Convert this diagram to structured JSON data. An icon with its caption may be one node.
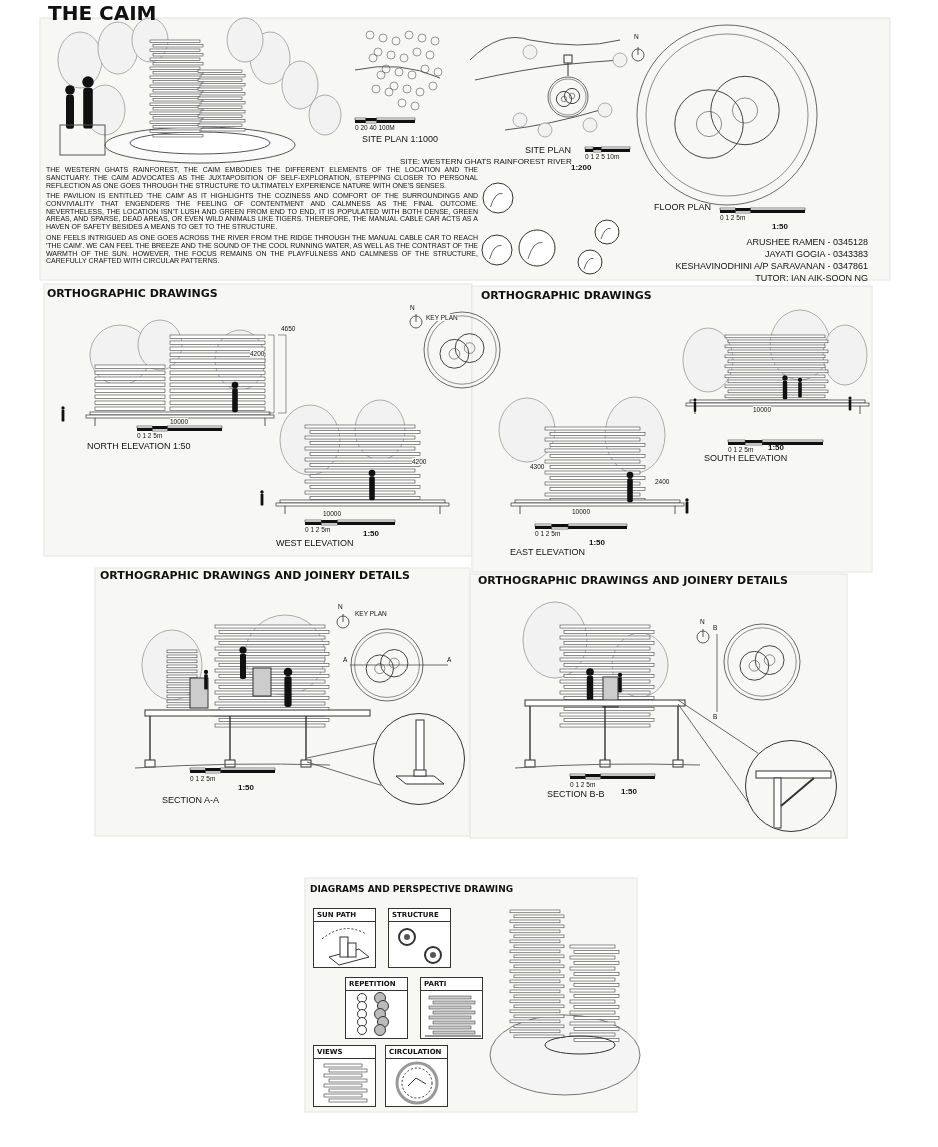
{
  "diagram": {
    "title": "THE CAIM",
    "nodes": [
      {
        "text": [
          "SUN PATH"
        ]
      },
      {
        "text": [
          "STRUCTURE"
        ]
      },
      {
        "text": [
          "REPETITION"
        ]
      },
      {
        "text": [
          "PARTI"
        ]
      },
      {
        "text": [
          "VIEWS"
        ]
      },
      {
        "text": [
          "CIRCULATION"
        ]
      },
      {
        "text": [],
        "shape": "circle"
      },
      {
        "text": [],
        "shape": "circle"
      }
    ],
    "edges": [
      {
        "from": null,
        "to": 6,
        "arrow": "none"
      },
      {
        "from": null,
        "to": 6,
        "arrow": "none"
      },
      {
        "from": null,
        "to": 7,
        "arrow": "none"
      },
      {
        "from": null,
        "to": 7,
        "arrow": "none"
      }
    ],
    "labels": [
      "THE WESTERN GHATS RAINFOREST, THE CAIM EMBODIES THE DIFFERENT ELEMENTS OF THE LOCATION AND THE SANCTUARY. THE CAIM ADVOCATES AS THE JUXTAPOSITION OF SELF-EXPLORATION, STEPPING CLOSER TO PERSONAL REFLECTION AS ONE GOES THROUGH THE STRUCTURE TO ULTIMATELY EXPERIENCE NATURE WITH ONE'S SENSES.",
      "THE PAVILION IS ENTITLED 'THE CAIM' AS IT HIGHLIGHTS THE COZINESS AND COMFORT OF THE SURROUNDINGS AND CONVIVIALITY THAT ENGENDERS THE FEELING OF CONTENTMENT AND CALMNESS AS THE FINAL OUTCOME. NEVERTHELESS, THE LOCATION ISN'T LUSH AND GREEN FROM END TO END, IT IS POPULATED WITH BOTH DENSE, GREEN AREAS, AND SPARSE, DEAD AREAS, OR EVEN WILD ANIMALS LIKE TIGERS. THEREFORE, THE MANUAL CABLE CAR ACTS AS A HAVEN OF SAFETY BESIDES A MEANS TO GET TO THE STRUCTURE.",
      "ONE FEELS INTRIGUED AS ONE GOES ACROSS THE RIVER FROM THE RIDGE THROUGH THE MANUAL CABLE CAR TO REACH 'THE CAIM'. WE CAN FEEL THE BREEZE AND THE SOUND OF THE COOL RUNNING WATER, AS WELL AS THE CONTRAST OF THE WARMTH OF THE SUN. HOWEVER, THE FOCUS REMAINS ON THE PLAYFULNESS AND CALMNESS OF THE STRUCTURE, CAREFULLY CRAFTED WITH CIRCULAR PATTERNS.",
      "0 20 40 100M",
      "SITE PLAN 1:1000",
      "SITE: WESTERN GHATS RAINFOREST RIVER",
      "N",
      "SITE PLAN",
      "0 1 2 5 10m",
      "1:200",
      "FLOOR PLAN",
      "0 1 2 5m",
      "1:50",
      "ARUSHEE RAMEN - 0345128",
      "JAYATI GOGIA - 0343383",
      "KESHAVINODHINI A/P SARAVANAN - 0347861",
      "TUTOR: IAN AIK-SOON NG",
      "ORTHOGRAPHIC DRAWINGS",
      "4200",
      "4650",
      "10000",
      "0 1 2 5m",
      "NORTH ELEVATION 1:50",
      "N",
      "KEY PLAN",
      "4200",
      "10000",
      "0 1 2 5m",
      "1:50",
      "WEST ELEVATION",
      "ORTHOGRAPHIC DRAWINGS",
      "10000",
      "0 1 2 5m",
      "1:50",
      "SOUTH ELEVATION",
      "4300",
      "2400",
      "10000",
      "0 1 2 5m",
      "1:50",
      "EAST ELEVATION",
      "ORTHOGRAPHIC DRAWINGS AND JOINERY DETAILS",
      "N",
      "KEY PLAN",
      "A",
      "A",
      "0 1 2 5m",
      "1:50",
      "SECTION A-A",
      "ORTHOGRAPHIC DRAWINGS AND JOINERY DETAILS",
      "N",
      "B",
      "B",
      "0 1 2 5m",
      "1:50",
      "SECTION B-B",
      "DIAGRAMS AND PERSPECTIVE DRAWING"
    ]
  }
}
